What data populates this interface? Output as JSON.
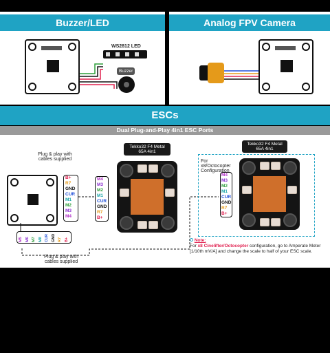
{
  "sections": {
    "buzzer_led": {
      "title": "Buzzer/LED"
    },
    "analog_fpv": {
      "title": "Analog FPV Camera"
    },
    "escs": {
      "title": "ESCs"
    }
  },
  "buzzer_panel": {
    "led_label": "WS2812 LED",
    "buzzer_label": "Buzzer"
  },
  "esc_panel": {
    "subtitle": "Dual Plug-and-Play 4in1 ESC Ports",
    "plug_play_top": "Plug & play with cables supplied",
    "plug_play_bottom": "Plug & play with cables supplied",
    "esc1_label": "Tekko32 F4 Metal 65A 4in1",
    "esc2_label": "Tekko32 F4 Metal 65A 4in1",
    "octo_label": "For x8/Octocopter Configuration",
    "left_pins": [
      "B+",
      "R7",
      "GND",
      "CUR",
      "M1",
      "M2",
      "M3",
      "M4"
    ],
    "left_pin_colors": [
      "#e0204f",
      "#e59a1a",
      "#111111",
      "#1f4fd8",
      "#18a4a8",
      "#2e9e3a",
      "#8a2fd0",
      "#b232c8"
    ],
    "esc1_pins": [
      "M4",
      "M3",
      "M2",
      "M1",
      "CUR",
      "GND",
      "R7",
      "B+"
    ],
    "esc1_pin_colors": [
      "#b232c8",
      "#8a2fd0",
      "#2e9e3a",
      "#18a4a8",
      "#1f4fd8",
      "#111111",
      "#e59a1a",
      "#e0204f"
    ],
    "esc2_pins": [
      "M4",
      "M3",
      "M2",
      "M1",
      "CUR",
      "GND",
      "R7",
      "B+"
    ],
    "esc2_pin_colors": [
      "#b232c8",
      "#8a2fd0",
      "#2e9e3a",
      "#18a4a8",
      "#1f4fd8",
      "#111111",
      "#e59a1a",
      "#e0204f"
    ],
    "bottom_pins": [
      "M5",
      "M6",
      "M7",
      "M8",
      "CUR",
      "GND",
      "R7",
      "B+"
    ],
    "note": {
      "title": "Note:",
      "prefix": "For ",
      "highlight": "x8 Cinelifter/Octocopter",
      "rest": " configuration, go to Amperate Meter [1/10th mV/A] and change the scale to half of your ESC scale."
    }
  },
  "colors": {
    "header": "#1fa3c4",
    "subheader": "#9a9a9a",
    "dashed_box": "#1fa3c4",
    "note_red": "#e0204f"
  }
}
